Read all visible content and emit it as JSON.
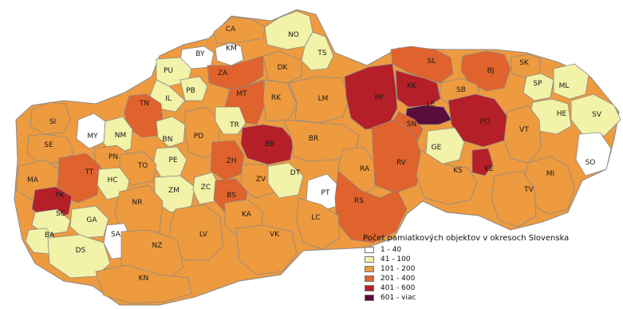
{
  "legend": {
    "title": "Počet pamiatkových objektov v okresoch Slovenska",
    "classes": [
      {
        "label": "1 - 40",
        "color": "#ffffff"
      },
      {
        "label": "41 - 100",
        "color": "#f2f2a8"
      },
      {
        "label": "101 - 200",
        "color": "#ee9a3e"
      },
      {
        "label": "201 - 400",
        "color": "#e0622c"
      },
      {
        "label": "401 - 600",
        "color": "#b51f27"
      },
      {
        "label": "601 - viac",
        "color": "#5a0d3a"
      }
    ]
  },
  "districts": [
    {
      "code": "CA",
      "class": 2
    },
    {
      "code": "NO",
      "class": 1
    },
    {
      "code": "KM",
      "class": 0
    },
    {
      "code": "BY",
      "class": 0
    },
    {
      "code": "TS",
      "class": 1
    },
    {
      "code": "PU",
      "class": 1
    },
    {
      "code": "ZA",
      "class": 3
    },
    {
      "code": "DK",
      "class": 2
    },
    {
      "code": "SL",
      "class": 3
    },
    {
      "code": "BJ",
      "class": 3
    },
    {
      "code": "SK",
      "class": 2
    },
    {
      "code": "PB",
      "class": 1
    },
    {
      "code": "IL",
      "class": 1
    },
    {
      "code": "MT",
      "class": 3
    },
    {
      "code": "RK",
      "class": 2
    },
    {
      "code": "LM",
      "class": 2
    },
    {
      "code": "PP",
      "class": 4
    },
    {
      "code": "KK",
      "class": 4
    },
    {
      "code": "SP",
      "class": 1
    },
    {
      "code": "ML",
      "class": 1
    },
    {
      "code": "SB",
      "class": 2
    },
    {
      "code": "LE",
      "class": 5
    },
    {
      "code": "TN",
      "class": 3
    },
    {
      "code": "HE",
      "class": 1
    },
    {
      "code": "SV",
      "class": 1
    },
    {
      "code": "SI",
      "class": 2
    },
    {
      "code": "MY",
      "class": 0
    },
    {
      "code": "NM",
      "class": 1
    },
    {
      "code": "BN",
      "class": 1
    },
    {
      "code": "PD",
      "class": 2
    },
    {
      "code": "TR",
      "class": 1
    },
    {
      "code": "BB",
      "class": 4
    },
    {
      "code": "BR",
      "class": 2
    },
    {
      "code": "SN",
      "class": 3
    },
    {
      "code": "PO",
      "class": 4
    },
    {
      "code": "VT",
      "class": 2
    },
    {
      "code": "SE",
      "class": 2
    },
    {
      "code": "GE",
      "class": 1
    },
    {
      "code": "PN",
      "class": 2
    },
    {
      "code": "PE",
      "class": 1
    },
    {
      "code": "ZH",
      "class": 3
    },
    {
      "code": "TO",
      "class": 2
    },
    {
      "code": "SO",
      "class": 0
    },
    {
      "code": "MA",
      "class": 2
    },
    {
      "code": "TT",
      "class": 3
    },
    {
      "code": "RA",
      "class": 2
    },
    {
      "code": "RV",
      "class": 3
    },
    {
      "code": "KS",
      "class": 2
    },
    {
      "code": "KE",
      "class": 4
    },
    {
      "code": "MI",
      "class": 2
    },
    {
      "code": "HC",
      "class": 1
    },
    {
      "code": "ZM",
      "class": 1
    },
    {
      "code": "ZC",
      "class": 1
    },
    {
      "code": "ZV",
      "class": 2
    },
    {
      "code": "DT",
      "class": 1
    },
    {
      "code": "PT",
      "class": 0
    },
    {
      "code": "PK",
      "class": 4
    },
    {
      "code": "BS",
      "class": 3
    },
    {
      "code": "TV",
      "class": 2
    },
    {
      "code": "NR",
      "class": 2
    },
    {
      "code": "SC",
      "class": 1
    },
    {
      "code": "GA",
      "class": 1
    },
    {
      "code": "KA",
      "class": 2
    },
    {
      "code": "RS",
      "class": 3
    },
    {
      "code": "LC",
      "class": 2
    },
    {
      "code": "BA",
      "class": 1
    },
    {
      "code": "SA",
      "class": 0
    },
    {
      "code": "DS",
      "class": 1
    },
    {
      "code": "LV",
      "class": 2
    },
    {
      "code": "VK",
      "class": 2
    },
    {
      "code": "NZ",
      "class": 2
    },
    {
      "code": "KN",
      "class": 2
    }
  ]
}
